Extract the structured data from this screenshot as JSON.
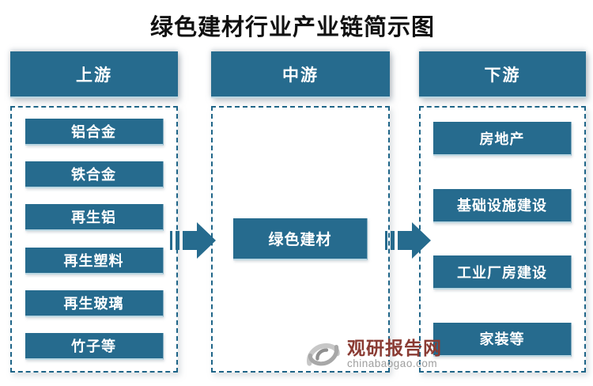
{
  "title": "绿色建材行业产业链简示图",
  "colors": {
    "teal": "#266B8E",
    "dash": "#1F6588",
    "edge": "#BBD7E2",
    "wmred": "#8A3B33",
    "wmgrey": "#9E9E9E"
  },
  "columns": [
    {
      "header": "上游",
      "items": [
        "铝合金",
        "铁合金",
        "再生铝",
        "再生塑料",
        "再生玻璃",
        "竹子等"
      ]
    },
    {
      "header": "中游",
      "items": [
        "绿色建材"
      ]
    },
    {
      "header": "下游",
      "items": [
        "房地产",
        "基础设施建设",
        "工业厂房建设",
        "家装等"
      ]
    }
  ],
  "arrows": [
    {
      "from": "上游",
      "to": "中游"
    },
    {
      "from": "中游",
      "to": "下游"
    }
  ],
  "watermark": {
    "name": "观研报告网",
    "url_text": "chinabaogao.com",
    "logo": "swirl-logo"
  }
}
